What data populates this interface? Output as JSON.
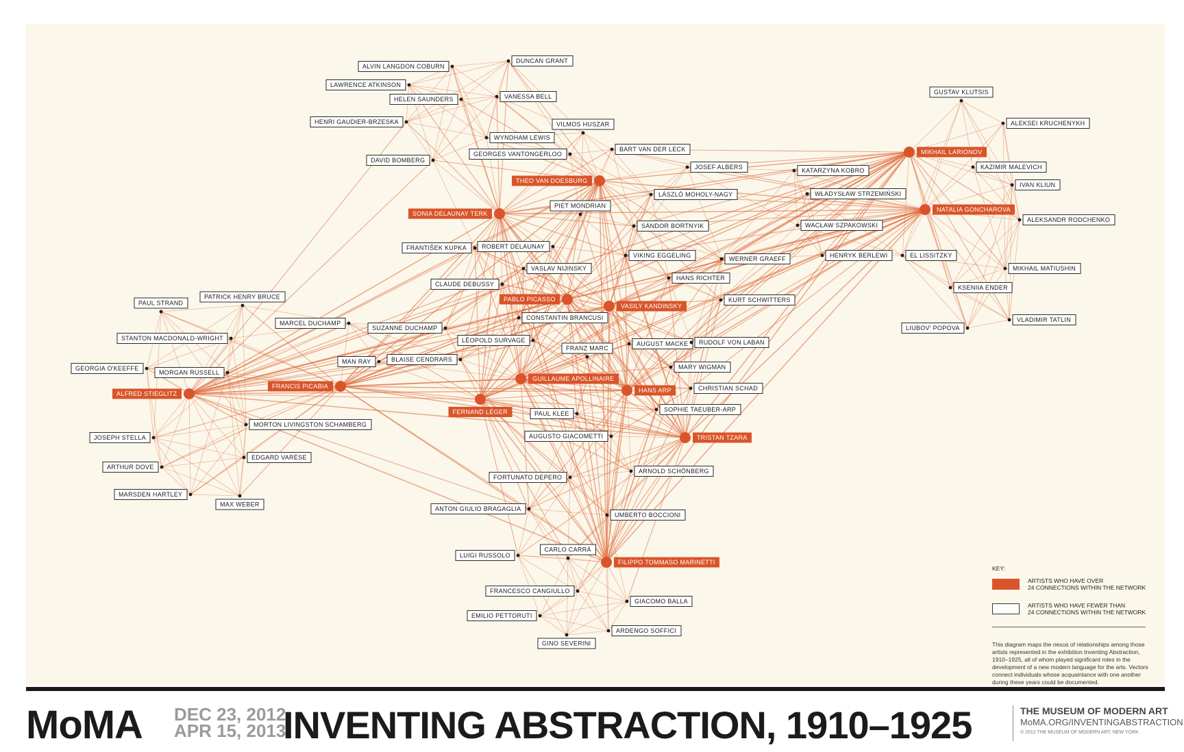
{
  "colors": {
    "accent": "#d9542a",
    "background": "#fbf7ea",
    "edge": "#df6a3c"
  },
  "key": {
    "title": "KEY:",
    "major": "ARTISTS WHO HAVE OVER\n24 CONNECTIONS WITHIN THE NETWORK",
    "minor": "ARTISTS WHO HAVE FEWER THAN\n24 CONNECTIONS WITHIN THE NETWORK",
    "description": "This diagram maps the nexus of relationships among those artists represented in the exhibition Inventing Abstraction, 1910–1925, all of whom played significant roles in the development of a new modern language for the arts. Vectors connect individuals whose acquaintance with one another during these years could be documented."
  },
  "footer": {
    "logo": "MoMA",
    "date_start": "DEC 23, 2012",
    "date_end": "APR 15, 2013",
    "title": "INVENTING ABSTRACTION, 1910–1925",
    "museum": "THE MUSEUM OF MODERN ART",
    "url": "MoMA.ORG/INVENTINGABSTRACTION",
    "copyright": "© 2012 THE MUSEUM OF MODERN ART, NEW YORK"
  },
  "nodes": [
    {
      "id": "alvin",
      "label": "ALVIN LANGDON COBURN",
      "major": false
    },
    {
      "id": "duncan",
      "label": "DUNCAN GRANT",
      "major": false
    },
    {
      "id": "lawrence",
      "label": "LAWRENCE ATKINSON",
      "major": false
    },
    {
      "id": "helen",
      "label": "HELEN SAUNDERS",
      "major": false
    },
    {
      "id": "vanessa",
      "label": "VANESSA BELL",
      "major": false
    },
    {
      "id": "henri",
      "label": "HENRI GAUDIER-BRZESKA",
      "major": false
    },
    {
      "id": "vilmos",
      "label": "VILMOS HUSZAR",
      "major": false
    },
    {
      "id": "wyndham",
      "label": "WYNDHAM LEWIS",
      "major": false
    },
    {
      "id": "bart",
      "label": "BART VAN DER LECK",
      "major": false
    },
    {
      "id": "vantong",
      "label": "GEORGES VANTONGERLOO",
      "major": false
    },
    {
      "id": "bomberg",
      "label": "DAVID BOMBERG",
      "major": false
    },
    {
      "id": "albers",
      "label": "JOSEF ALBERS",
      "major": false
    },
    {
      "id": "doesburg",
      "label": "THEO VAN DOESBURG",
      "major": true
    },
    {
      "id": "kobro",
      "label": "KATARZYNA KOBRO",
      "major": false
    },
    {
      "id": "moholy",
      "label": "LÁSZLÓ MOHOLY-NAGY",
      "major": false
    },
    {
      "id": "strz",
      "label": "WŁADYSŁAW STRZEMIŃSKI",
      "major": false
    },
    {
      "id": "sonia",
      "label": "SONIA DELAUNAY TERK",
      "major": true
    },
    {
      "id": "mondrian",
      "label": "PIET MONDRIAN",
      "major": false
    },
    {
      "id": "bortnyik",
      "label": "SÁNDOR BORTNYIK",
      "major": false
    },
    {
      "id": "szpak",
      "label": "WACŁAW SZPAKOWSKI",
      "major": false
    },
    {
      "id": "kupka",
      "label": "FRANTIŠEK KUPKA",
      "major": false
    },
    {
      "id": "robert",
      "label": "ROBERT DELAUNAY",
      "major": false
    },
    {
      "id": "eggeling",
      "label": "VIKING EGGELING",
      "major": false
    },
    {
      "id": "graeff",
      "label": "WERNER GRAEFF",
      "major": false
    },
    {
      "id": "berlewi",
      "label": "HENRYK BERLEWI",
      "major": false
    },
    {
      "id": "lissitzky",
      "label": "EL LISSITZKY",
      "major": false
    },
    {
      "id": "nijinsky",
      "label": "VASLAV NIJINSKY",
      "major": false
    },
    {
      "id": "richter",
      "label": "HANS RICHTER",
      "major": false
    },
    {
      "id": "debussy",
      "label": "CLAUDE DEBUSSY",
      "major": false
    },
    {
      "id": "strand",
      "label": "PAUL STRAND",
      "major": false
    },
    {
      "id": "bruce",
      "label": "PATRICK HENRY BRUCE",
      "major": false
    },
    {
      "id": "picasso",
      "label": "PABLO PICASSO",
      "major": true
    },
    {
      "id": "kandinsky",
      "label": "VASILY KANDINSKY",
      "major": true
    },
    {
      "id": "schwitters",
      "label": "KURT SCHWITTERS",
      "major": false
    },
    {
      "id": "marcel",
      "label": "MARCEL DUCHAMP",
      "major": false
    },
    {
      "id": "brancusi",
      "label": "CONSTANTIN BRANCUSI",
      "major": false
    },
    {
      "id": "suzanne",
      "label": "SUZANNE DUCHAMP",
      "major": false
    },
    {
      "id": "popova",
      "label": "LIUBOV' POPOVA",
      "major": false
    },
    {
      "id": "mcdwright",
      "label": "STANTON MACDONALD-WRIGHT",
      "major": false
    },
    {
      "id": "survage",
      "label": "LÉOPOLD SURVAGE",
      "major": false
    },
    {
      "id": "macke",
      "label": "AUGUST MACKE",
      "major": false
    },
    {
      "id": "laban",
      "label": "RUDOLF VON LABAN",
      "major": false
    },
    {
      "id": "okeeffe",
      "label": "GEORGIA O'KEEFFE",
      "major": false
    },
    {
      "id": "manray",
      "label": "MAN RAY",
      "major": false
    },
    {
      "id": "cendrars",
      "label": "BLAISE CENDRARS",
      "major": false
    },
    {
      "id": "marc",
      "label": "FRANZ MARC",
      "major": false
    },
    {
      "id": "russell",
      "label": "MORGAN RUSSELL",
      "major": false
    },
    {
      "id": "wigman",
      "label": "MARY WIGMAN",
      "major": false
    },
    {
      "id": "apollinaire",
      "label": "GUILLAUME APOLLINAIRE",
      "major": true
    },
    {
      "id": "picabia",
      "label": "FRANCIS PICABIA",
      "major": true
    },
    {
      "id": "schad",
      "label": "CHRISTIAN SCHAD",
      "major": false
    },
    {
      "id": "stieglitz",
      "label": "ALFRED STIEGLITZ",
      "major": true
    },
    {
      "id": "arp",
      "label": "HANS ARP",
      "major": true
    },
    {
      "id": "taeuber",
      "label": "SOPHIE TAEUBER-ARP",
      "major": false
    },
    {
      "id": "leger",
      "label": "FERNAND LÉGER",
      "major": true
    },
    {
      "id": "klee",
      "label": "PAUL KLEE",
      "major": false
    },
    {
      "id": "schamberg",
      "label": "MORTON LIVINGSTON SCHAMBERG",
      "major": false
    },
    {
      "id": "stella",
      "label": "JOSEPH STELLA",
      "major": false
    },
    {
      "id": "giacometti",
      "label": "AUGUSTO GIACOMETTI",
      "major": false
    },
    {
      "id": "tzara",
      "label": "TRISTAN TZARA",
      "major": true
    },
    {
      "id": "varese",
      "label": "EDGARD VARÈSE",
      "major": false
    },
    {
      "id": "dove",
      "label": "ARTHUR DOVE",
      "major": false
    },
    {
      "id": "schoenberg",
      "label": "ARNOLD SCHÖNBERG",
      "major": false
    },
    {
      "id": "depero",
      "label": "FORTUNATO DEPERO",
      "major": false
    },
    {
      "id": "hartley",
      "label": "MARSDEN HARTLEY",
      "major": false
    },
    {
      "id": "weber",
      "label": "MAX WEBER",
      "major": false
    },
    {
      "id": "bragaglia",
      "label": "ANTON GIULIO BRAGAGLIA",
      "major": false
    },
    {
      "id": "boccioni",
      "label": "UMBERTO BOCCIONI",
      "major": false
    },
    {
      "id": "russolo",
      "label": "LUIGI RUSSOLO",
      "major": false
    },
    {
      "id": "carra",
      "label": "CARLO CARRÀ",
      "major": false
    },
    {
      "id": "marinetti",
      "label": "FILIPPO TOMMASO MARINETTI",
      "major": true
    },
    {
      "id": "cangiullo",
      "label": "FRANCESCO CANGIULLO",
      "major": false
    },
    {
      "id": "balla",
      "label": "GIACOMO BALLA",
      "major": false
    },
    {
      "id": "pettoruti",
      "label": "EMILIO PETTORUTI",
      "major": false
    },
    {
      "id": "soffici",
      "label": "ARDENGO SOFFICI",
      "major": false
    },
    {
      "id": "severini",
      "label": "GINO SEVERINI",
      "major": false
    },
    {
      "id": "klutsis",
      "label": "GUSTAV KLUTSIS",
      "major": false
    },
    {
      "id": "kruch",
      "label": "ALEKSEI KRUCHENYKH",
      "major": false
    },
    {
      "id": "larionov",
      "label": "MIKHAIL LARIONOV",
      "major": true
    },
    {
      "id": "malevich",
      "label": "KAZIMIR MALEVICH",
      "major": false
    },
    {
      "id": "kliun",
      "label": "IVAN KLIUN",
      "major": false
    },
    {
      "id": "goncharova",
      "label": "NATALIA GONCHAROVA",
      "major": true
    },
    {
      "id": "rodchenko",
      "label": "ALEKSANDR RODCHENKO",
      "major": false
    },
    {
      "id": "matiushin",
      "label": "MIKHAIL MATIUSHIN",
      "major": false
    },
    {
      "id": "ender",
      "label": "KSENIIA ENDER",
      "major": false
    },
    {
      "id": "tatlin",
      "label": "VLADIMIR TATLIN",
      "major": false
    }
  ]
}
